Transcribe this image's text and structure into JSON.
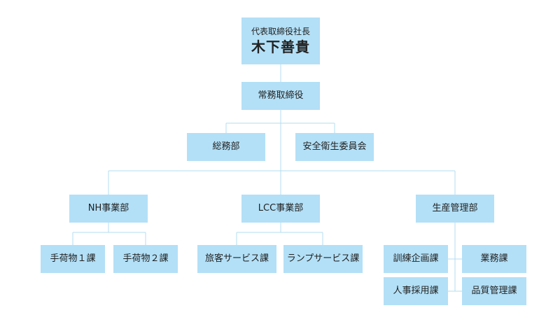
{
  "org": {
    "ceo": {
      "title": "代表取締役社長",
      "name": "木下善貴"
    },
    "managing_director": "常務取締役",
    "general_affairs": "総務部",
    "safety_committee": "安全衛生委員会",
    "divisions": {
      "nh": {
        "label": "NH事業部",
        "sections": [
          "手荷物１課",
          "手荷物２課"
        ]
      },
      "lcc": {
        "label": "LCC事業部",
        "sections": [
          "旅客サービス課",
          "ランプサービス課"
        ]
      },
      "production": {
        "label": "生産管理部",
        "sections": [
          "訓練企画課",
          "業務課",
          "人事採用課",
          "品質管理課"
        ]
      }
    }
  },
  "colors": {
    "box_fill": "#b3e0f7",
    "connector": "#b3dcf2",
    "text": "#222222"
  }
}
